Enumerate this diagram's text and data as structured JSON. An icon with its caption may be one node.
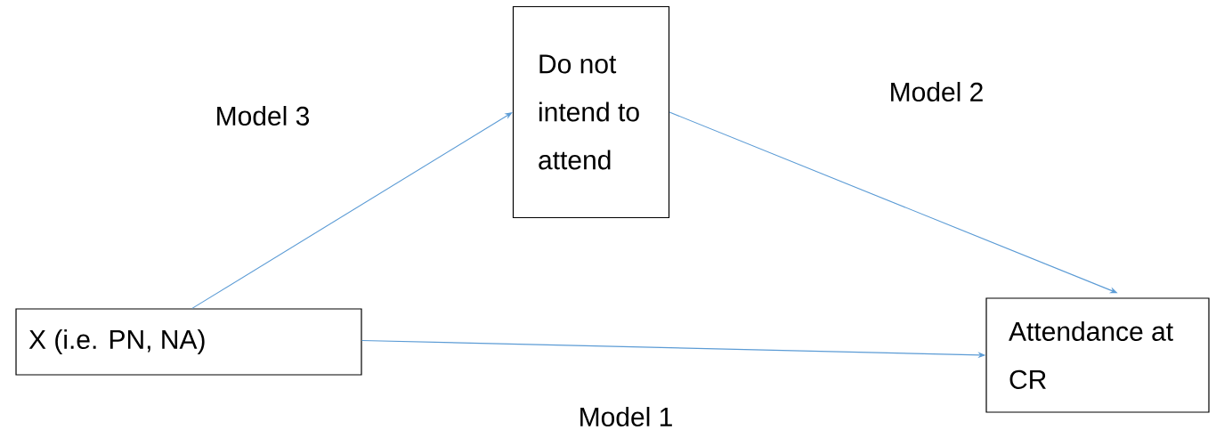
{
  "diagram": {
    "nodes": [
      {
        "text": [
          "Do not intend to attend"
        ]
      },
      {
        "text": [
          "X (i.e. PN, NA)"
        ]
      },
      {
        "text": [
          "Attendance at CR"
        ]
      }
    ],
    "edges": [
      {
        "from": 1,
        "to": 0,
        "arrow": "to",
        "label": "Model 3"
      },
      {
        "from": 0,
        "to": 2,
        "arrow": "to",
        "label": "Model 2"
      },
      {
        "from": 1,
        "to": 2,
        "arrow": "to",
        "label": "Model 1"
      }
    ]
  }
}
